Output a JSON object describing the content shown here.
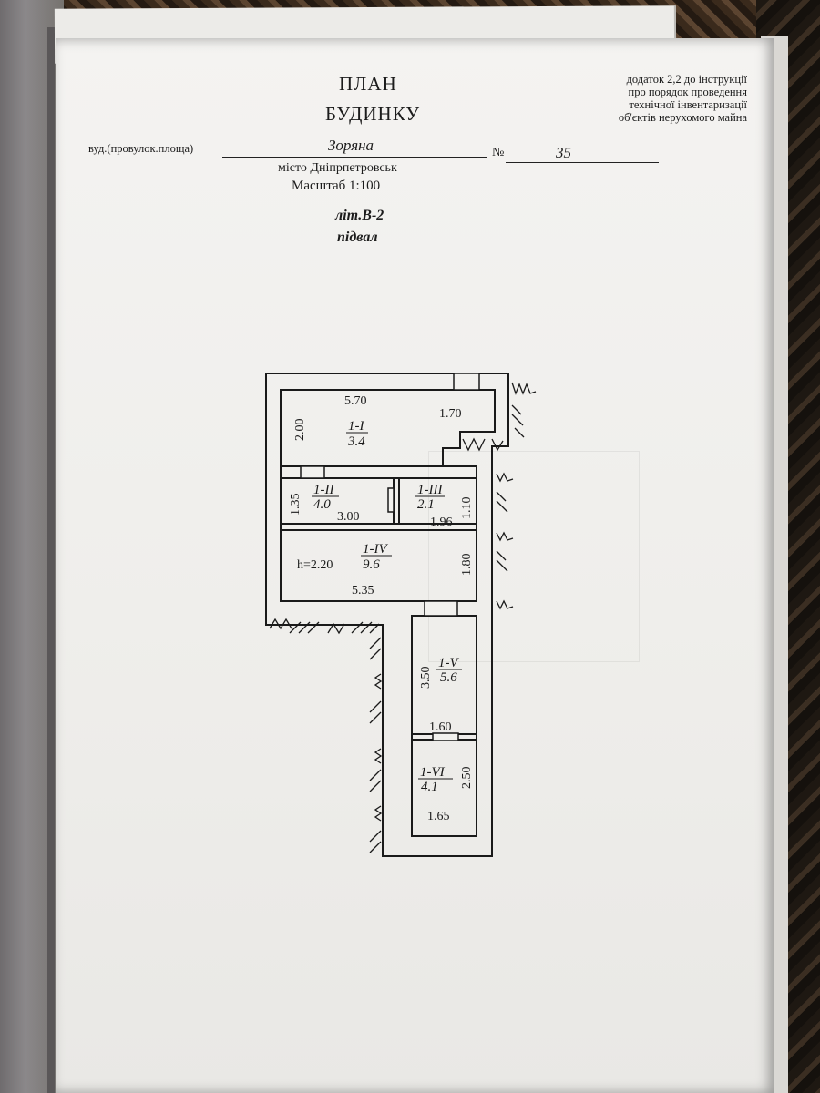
{
  "document": {
    "title_line1": "ПЛАН",
    "title_line2": "БУДИНКУ",
    "appendix_note": [
      "додаток 2,2 до інструкції",
      "про порядок проведення",
      "технічної інвентаризації",
      "об'єктів нерухомого майна"
    ],
    "street_label": "вуд.(провулок.площа)",
    "street_value": "Зоряна",
    "number_label": "№",
    "number_value": "35",
    "city": "місто Дніпрпетровськ",
    "scale": "Масштаб 1:100",
    "letter": "літ.В-2",
    "level": "підвал"
  },
  "plan": {
    "rooms": [
      {
        "id": "1-I",
        "area": "3.4"
      },
      {
        "id": "1-II",
        "area": "4.0"
      },
      {
        "id": "1-III",
        "area": "2.1"
      },
      {
        "id": "1-IV",
        "area": "9.6"
      },
      {
        "id": "1-V",
        "area": "5.6"
      },
      {
        "id": "1-VI",
        "area": "4.1"
      }
    ],
    "dimensions": {
      "d_570": "5.70",
      "d_200": "2.00",
      "d_170": "1.70",
      "d_135": "1.35",
      "d_300": "3.00",
      "d_196": "1.96",
      "d_110": "1.10",
      "d_180": "1.80",
      "d_535": "5.35",
      "d_350": "3.50",
      "d_160": "1.60",
      "d_250": "2.50",
      "d_165": "1.65"
    },
    "height": "h=2.20"
  }
}
